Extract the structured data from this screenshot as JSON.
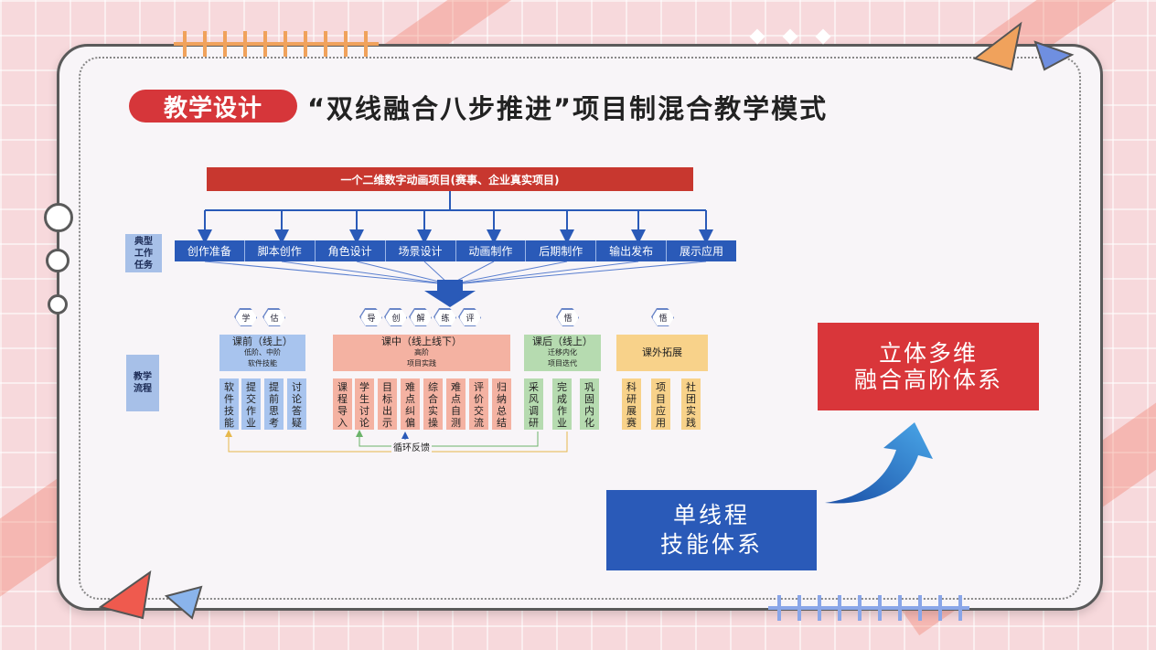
{
  "header": {
    "tag": "教学设计",
    "title": "“双线融合八步推进”项目制混合教学模式"
  },
  "diagram": {
    "project": "一个二维数字动画项目(赛事、企业真实项目)",
    "side_labels": {
      "tasks": "典型\n工作\n任务",
      "process": "教学\n流程"
    },
    "tasks": [
      "创作准备",
      "脚本创作",
      "角色设计",
      "场景设计",
      "动画制作",
      "后期制作",
      "输出发布",
      "展示应用"
    ],
    "hexes": {
      "pre": [
        "学",
        "估"
      ],
      "mid": [
        "导",
        "创",
        "解",
        "练",
        "评"
      ],
      "post": [
        "悟"
      ],
      "extra": [
        "悟"
      ]
    },
    "phases": {
      "pre": {
        "title": "课前（线上）",
        "sub1": "低阶、中阶",
        "sub2": "软件技能"
      },
      "mid": {
        "title": "课中（线上线下）",
        "sub1": "高阶",
        "sub2": "项目实践"
      },
      "post": {
        "title": "课后（线上）",
        "sub1": "迁移内化",
        "sub2": "项目迭代"
      },
      "extra": {
        "title": "课外拓展"
      }
    },
    "steps": {
      "pre": [
        "软件技能",
        "提交作业",
        "提前思考",
        "讨论答疑"
      ],
      "mid": [
        "课程导入",
        "学生讨论",
        "目标出示",
        "难点纠偏",
        "综合实操",
        "难点自测",
        "评价交流",
        "归纳总结"
      ],
      "post": [
        "采风调研",
        "完成作业",
        "巩固内化"
      ],
      "extra": [
        "科研展赛",
        "项目应用",
        "社团实践"
      ]
    },
    "feedback": "循环反馈"
  },
  "right": {
    "top_line1": "立体多维",
    "top_line2": "融合高阶体系",
    "bottom_line1": "单线程",
    "bottom_line2": "技能体系"
  },
  "colors": {
    "red": "#d6363a",
    "blue": "#2a5ab8",
    "light_blue": "#a8c4ee",
    "salmon": "#f4b2a2",
    "green": "#b6dbb0",
    "yellow": "#f8d28a"
  }
}
